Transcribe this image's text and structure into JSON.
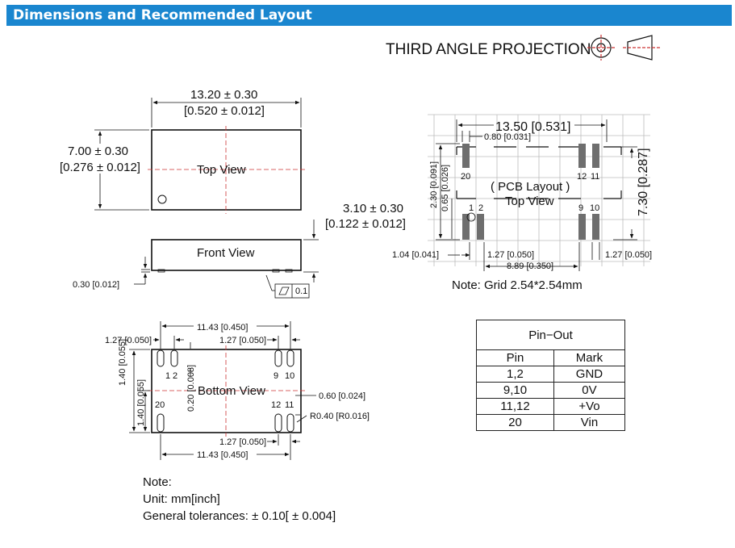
{
  "header": {
    "title": "Dimensions and Recommended Layout",
    "color": "#1a86cf"
  },
  "projection": {
    "label": "THIRD ANGLE PROJECTION"
  },
  "top_view": {
    "label": "Top View",
    "length": "13.20 ± 0.30",
    "length_in": "[0.520 ± 0.012]",
    "width": "7.00 ± 0.30",
    "width_in": "[0.276 ± 0.012]"
  },
  "front_view": {
    "label": "Front View",
    "height": "3.10 ± 0.30",
    "height_in": "[0.122 ± 0.012]",
    "standoff": "0.30 [0.012]",
    "flatness": "0.1"
  },
  "pcb_layout": {
    "title": "( PCB Layout )",
    "subtitle": "Top View",
    "width": "13.50 [0.531]",
    "pad_offset": "0.80 [0.031]",
    "height": "7.30 [0.287]",
    "dim_230": "2.30 [0.091]",
    "dim_065": "0.65 [0.026]",
    "dim_104": "1.04 [0.041]",
    "dim_127a": "1.27 [0.050]",
    "dim_127b": "1.27 [0.050]",
    "dim_889": "8.89 [0.350]",
    "pins": {
      "p20": "20",
      "p12": "12",
      "p11": "11",
      "p1": "1",
      "p2": "2",
      "p9": "9",
      "p10": "10"
    },
    "grid_note": "Note: Grid 2.54*2.54mm"
  },
  "bottom_view": {
    "label": "Bottom View",
    "dim_top_1143": "11.43 [0.450]",
    "dim_top_127l": "1.27 [0.050]",
    "dim_top_127r": "1.27 [0.050]",
    "dim_v_140a": "1.40 [0.055]",
    "dim_v_140b": "1.40 [0.055]",
    "dim_v_020": "0.20 [0.008]",
    "dim_060": "0.60 [0.024]",
    "dim_r040": "R0.40 [R0.016]",
    "dim_bot_127": "1.27 [0.050]",
    "dim_bot_1143": "11.43 [0.450]",
    "pins": {
      "p1": "1",
      "p2": "2",
      "p9": "9",
      "p10": "10",
      "p20": "20",
      "p12": "12",
      "p11": "11"
    }
  },
  "pinout": {
    "caption": "Pin−Out",
    "headers": [
      "Pin",
      "Mark"
    ],
    "rows": [
      [
        "1,2",
        "GND"
      ],
      [
        "9,10",
        "0V"
      ],
      [
        "11,12",
        "+Vo"
      ],
      [
        "20",
        "Vin"
      ]
    ]
  },
  "notes": {
    "title": "Note:",
    "unit": "Unit: mm[inch]",
    "tolerance": "General tolerances:  ± 0.10[ ± 0.004]"
  }
}
